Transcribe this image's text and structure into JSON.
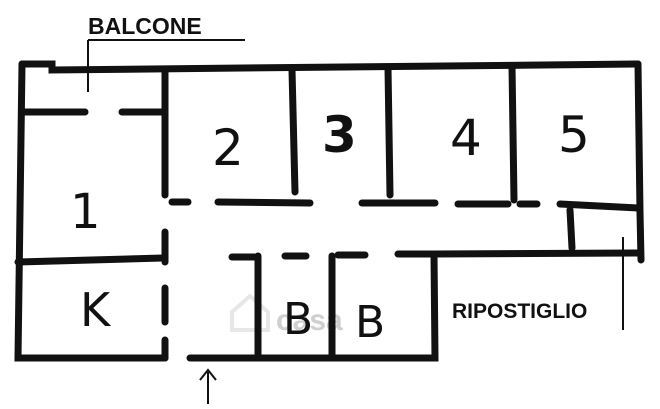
{
  "labels": {
    "balcone": "BALCONE",
    "ripostiglio": "RIPOSTIGLIO"
  },
  "rooms": {
    "r1": "1",
    "r2": "2",
    "r3": "3",
    "r4": "4",
    "r5": "5",
    "kitchen": "K",
    "bath1": "B",
    "bath2": "B"
  },
  "watermark": "casa",
  "icons": {
    "entrance": "arrow-up-icon",
    "watermark": "house-icon"
  }
}
